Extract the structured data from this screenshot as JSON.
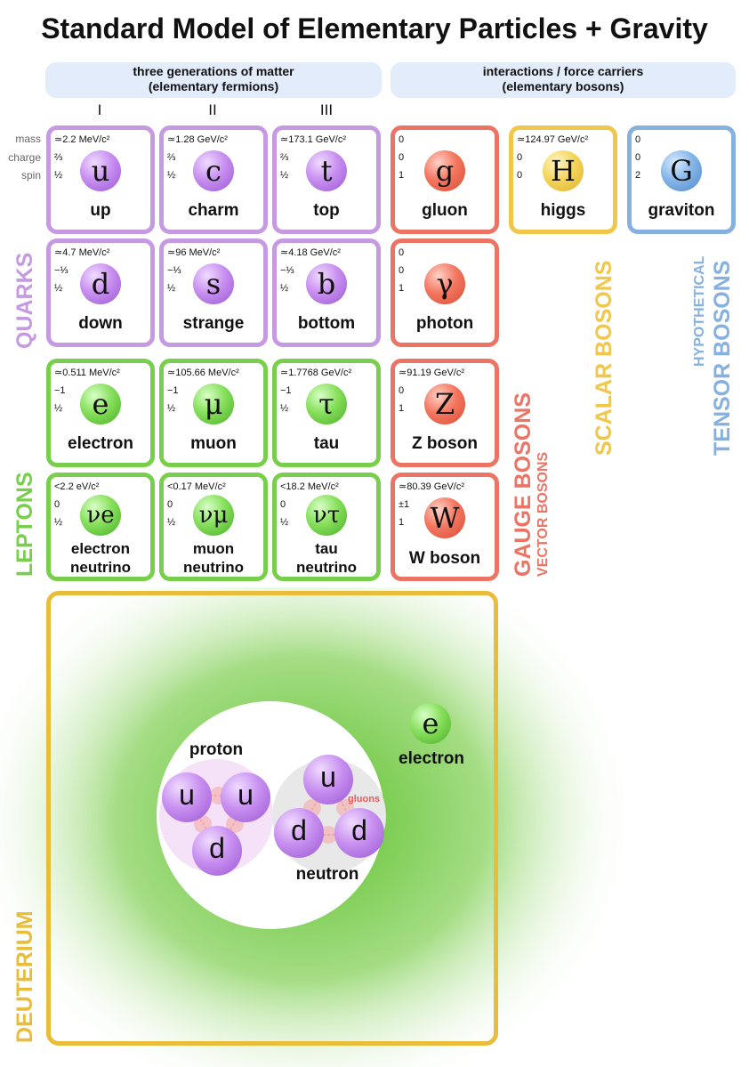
{
  "title": "Standard Model of Elementary Particles + Gravity",
  "headers": {
    "fermions": [
      "three generations of matter",
      "(elementary fermions)"
    ],
    "bosons": [
      "interactions / force carriers",
      "(elementary bosons)"
    ]
  },
  "generations": [
    "I",
    "II",
    "III"
  ],
  "row_labels": [
    "mass",
    "charge",
    "spin"
  ],
  "colors": {
    "quark": "#c69ae2",
    "lepton": "#78cf4c",
    "gauge": "#ec7465",
    "scalar": "#f0c74a",
    "tensor": "#86b0de",
    "deuterium": "#e9bd3a"
  },
  "particles": [
    {
      "symbol": "u",
      "name": "up",
      "mass": "≃2.2 MeV/c²",
      "charge": "⅔",
      "spin": "½",
      "group": "quark"
    },
    {
      "symbol": "c",
      "name": "charm",
      "mass": "≃1.28 GeV/c²",
      "charge": "⅔",
      "spin": "½",
      "group": "quark"
    },
    {
      "symbol": "t",
      "name": "top",
      "mass": "≃173.1 GeV/c²",
      "charge": "⅔",
      "spin": "½",
      "group": "quark"
    },
    {
      "symbol": "g",
      "name": "gluon",
      "mass": "0",
      "charge": "0",
      "spin": "1",
      "group": "gauge"
    },
    {
      "symbol": "H",
      "name": "higgs",
      "mass": "≃124.97 GeV/c²",
      "charge": "0",
      "spin": "0",
      "group": "scalar"
    },
    {
      "symbol": "G",
      "name": "graviton",
      "mass": "0",
      "charge": "0",
      "spin": "2",
      "group": "tensor"
    },
    {
      "symbol": "d",
      "name": "down",
      "mass": "≃4.7 MeV/c²",
      "charge": "−⅓",
      "spin": "½",
      "group": "quark"
    },
    {
      "symbol": "s",
      "name": "strange",
      "mass": "≃96 MeV/c²",
      "charge": "−⅓",
      "spin": "½",
      "group": "quark"
    },
    {
      "symbol": "b",
      "name": "bottom",
      "mass": "≃4.18 GeV/c²",
      "charge": "−⅓",
      "spin": "½",
      "group": "quark"
    },
    {
      "symbol": "γ",
      "name": "photon",
      "mass": "0",
      "charge": "0",
      "spin": "1",
      "group": "gauge"
    },
    {
      "symbol": "e",
      "name": "electron",
      "mass": "≃0.511 MeV/c²",
      "charge": "−1",
      "spin": "½",
      "group": "lepton"
    },
    {
      "symbol": "μ",
      "name": "muon",
      "mass": "≃105.66 MeV/c²",
      "charge": "−1",
      "spin": "½",
      "group": "lepton"
    },
    {
      "symbol": "τ",
      "name": "tau",
      "mass": "≃1.7768 GeV/c²",
      "charge": "−1",
      "spin": "½",
      "group": "lepton"
    },
    {
      "symbol": "Z",
      "name": "Z boson",
      "mass": "≃91.19 GeV/c²",
      "charge": "0",
      "spin": "1",
      "group": "gauge"
    },
    {
      "symbol": "νe",
      "name": "electron neutrino",
      "name_lines": [
        "electron",
        "neutrino"
      ],
      "mass": "<2.2 eV/c²",
      "charge": "0",
      "spin": "½",
      "group": "lepton"
    },
    {
      "symbol": "νμ",
      "name": "muon neutrino",
      "name_lines": [
        "muon",
        "neutrino"
      ],
      "mass": "<0.17 MeV/c²",
      "charge": "0",
      "spin": "½",
      "group": "lepton"
    },
    {
      "symbol": "ντ",
      "name": "tau neutrino",
      "name_lines": [
        "tau",
        "neutrino"
      ],
      "mass": "<18.2 MeV/c²",
      "charge": "0",
      "spin": "½",
      "group": "lepton"
    },
    {
      "symbol": "W",
      "name": "W boson",
      "mass": "≃80.39 GeV/c²",
      "charge": "±1",
      "spin": "1",
      "group": "gauge"
    }
  ],
  "side_labels": {
    "quarks": "QUARKS",
    "leptons": "LEPTONS",
    "gauge": "GAUGE BOSONS",
    "vector": "VECTOR BOSONS",
    "scalar": "SCALAR BOSONS",
    "hypothetical": "HYPOTHETICAL",
    "tensor": "TENSOR BOSONS",
    "deuterium": "DEUTERIUM"
  },
  "deuterium": {
    "proton_label": "proton",
    "neutron_label": "neutron",
    "gluons_label": "gluons",
    "electron_symbol": "e",
    "electron_label": "electron",
    "proton_quarks": [
      "u",
      "u",
      "d"
    ],
    "neutron_quarks": [
      "u",
      "d",
      "d"
    ]
  }
}
